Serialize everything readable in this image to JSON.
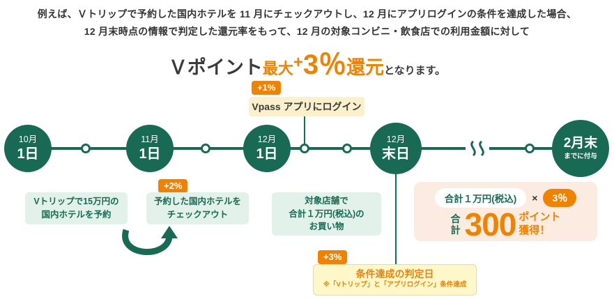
{
  "colors": {
    "green": "#186a54",
    "light_green": "#e2f1e9",
    "orange": "#ef8200",
    "yellow": "#faf0cc",
    "pale_yellow": "#fdf7c9",
    "pink": "#fcebe0"
  },
  "intro": {
    "line1": "例えば、Ｖトリップで予約した国内ホテルを 11 月にチェックアウトし、12 月にアプリログインの条件を達成した場合、",
    "line2": "12 月末時点の情報で判定した還元率をもって、12 月の対象コンビニ・飲食店での利用金額に対して"
  },
  "headline": {
    "prefix": "Ｖポイント",
    "max": "最大",
    "plus": "+",
    "rate": "3％",
    "kangen": "還元",
    "suffix": "となります。"
  },
  "timeline": {
    "nodes": [
      {
        "line1": "10月",
        "line2": "1日"
      },
      {
        "line1": "11月",
        "line2": "1日"
      },
      {
        "line1": "12月",
        "line2": "1日"
      },
      {
        "line1": "12月",
        "line2": "末日"
      },
      {
        "line1": "2月末",
        "line2": "までに付与"
      }
    ],
    "login_badge": "+1%",
    "login_label": "Vpass アプリにログイン",
    "trip_line1": "Vトリップで15万円の",
    "trip_line2": "国内ホテルを予約",
    "checkout_badge": "+2%",
    "checkout_line1": "予約した国内ホテルを",
    "checkout_line2": "チェックアウト",
    "purchase_line1": "対象店舗で",
    "purchase_line2": "合計１万円(税込)の",
    "purchase_line3": "お買い物",
    "judge_badge": "+3%",
    "judge_title": "条件達成の判定日",
    "judge_note": "※「Vトリップ」と「アプリログイン」条件達成"
  },
  "result": {
    "amount": "合計１万円(税込)",
    "times": "×",
    "rate": "3％",
    "total_label": "合計",
    "total_value": "300",
    "unit": "ポイント",
    "get": "獲得！"
  }
}
